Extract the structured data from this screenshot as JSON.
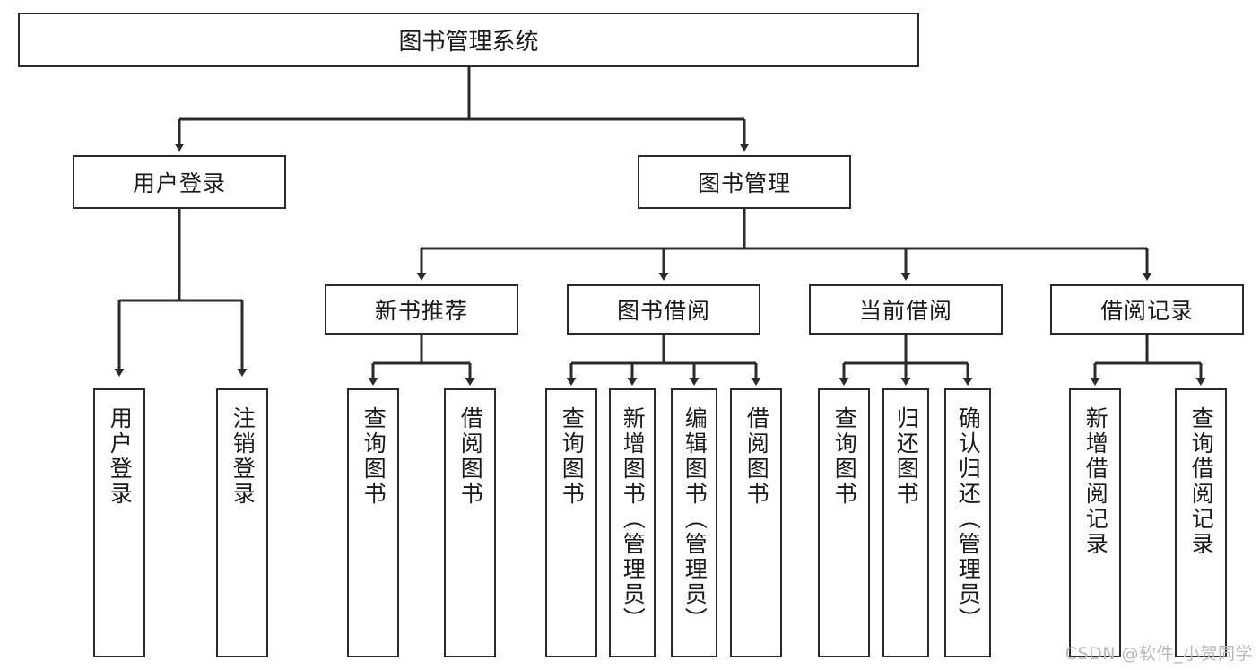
{
  "diagram": {
    "type": "hierarchy-tree",
    "title": "图书管理系统",
    "levels": 4,
    "root": {
      "label": "图书管理系统"
    },
    "level2": [
      {
        "label": "用户登录"
      },
      {
        "label": "图书管理"
      }
    ],
    "level3": [
      {
        "label": "新书推荐",
        "parent": "图书管理"
      },
      {
        "label": "图书借阅",
        "parent": "图书管理"
      },
      {
        "label": "当前借阅",
        "parent": "图书管理"
      },
      {
        "label": "借阅记录",
        "parent": "图书管理"
      }
    ],
    "leaves": {
      "user_login": [
        {
          "label": "用户登录"
        },
        {
          "label": "注销登录"
        }
      ],
      "new_book_recommend": [
        {
          "label": "查询图书"
        },
        {
          "label": "借阅图书"
        }
      ],
      "book_borrow": [
        {
          "label": "查询图书"
        },
        {
          "label": "新增图书（管理员）"
        },
        {
          "label": "编辑图书（管理员）"
        },
        {
          "label": "借阅图书"
        }
      ],
      "current_borrow": [
        {
          "label": "查询图书"
        },
        {
          "label": "归还图书"
        },
        {
          "label": "确认归还（管理员）"
        }
      ],
      "borrow_record": [
        {
          "label": "新增借阅记录"
        },
        {
          "label": "查询借阅记录"
        }
      ]
    }
  },
  "watermark": {
    "text": "CSDN @软件_小贺同学"
  },
  "colors": {
    "line": "#2b2b2b",
    "box_border": "#2b2b2b",
    "box_fill": "#ffffff",
    "text": "#1a1a1a",
    "watermark": "#b9b9b9",
    "background": "#ffffff"
  }
}
